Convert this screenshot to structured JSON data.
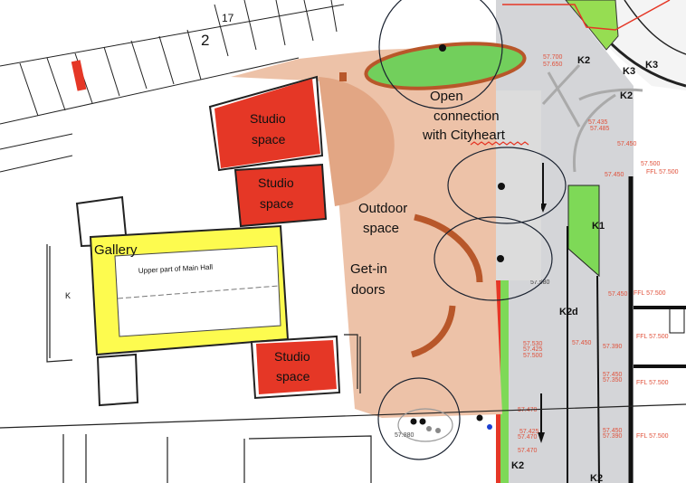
{
  "labels": {
    "studio_space_1": [
      "Studio",
      "space"
    ],
    "studio_space_2": [
      "Studio",
      "space"
    ],
    "studio_space_3": [
      "Studio",
      "space"
    ],
    "gallery": "Gallery",
    "main_hall": "Upper part of Main Hall",
    "outdoor_space": [
      "Outdoor",
      "space"
    ],
    "get_in_doors": [
      "Get-in",
      "doors"
    ],
    "open_connection": [
      "Open",
      "connection",
      "with Cityheart"
    ]
  },
  "plan_marks": {
    "parking_number": "2",
    "parking_number_small": "17",
    "room_letter": "K",
    "zones": [
      "K2",
      "K3",
      "K3",
      "K2",
      "K1",
      "K2d",
      "K2",
      "K2"
    ],
    "levels": [
      "57.700",
      "57.650",
      "57.435",
      "57.485",
      "57.450",
      "57.500",
      "57.450",
      "57.450",
      "57.530",
      "57.425",
      "57.500",
      "57.450",
      "57.390",
      "57.450",
      "57.350",
      "57.470",
      "57.425",
      "57.470",
      "57.470",
      "57.450",
      "57.390",
      "57.880",
      "57.580"
    ],
    "ffl_levels": [
      "FFL 57.500",
      "FFL 57.500",
      "FFL 57.500",
      "FFL 57.500",
      "FFL 57.500"
    ]
  },
  "colors": {
    "studio": "#e53726",
    "gallery": "#fdfb4f",
    "outdoor": "#edc2a8",
    "outdoor_dark": "#e2a684",
    "green": "#72cf5c",
    "brown": "#b8572a",
    "pavement": "#d4d5d8"
  }
}
